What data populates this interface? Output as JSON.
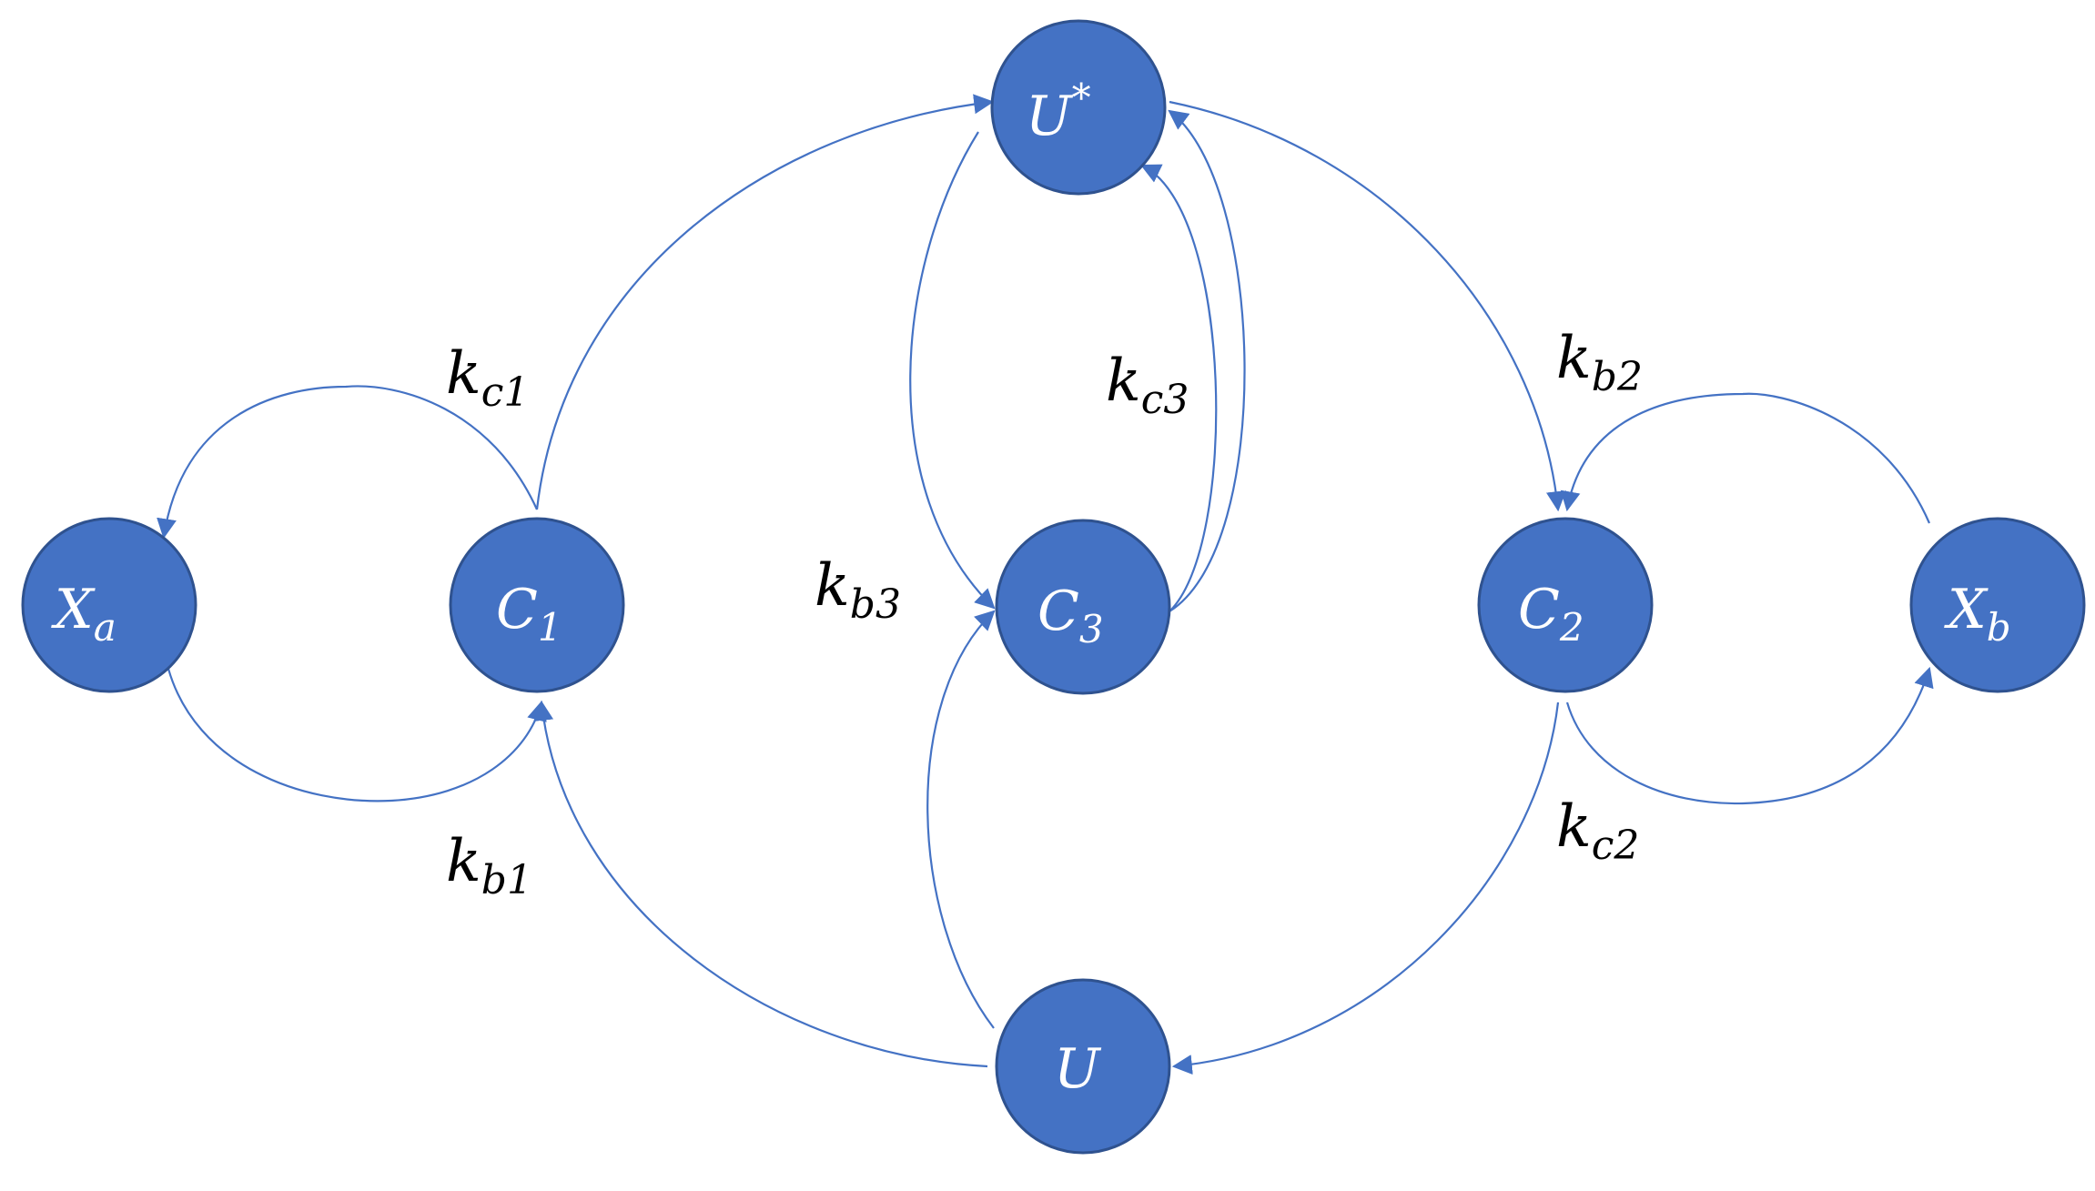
{
  "nodes": {
    "Xa": {
      "main": "X",
      "sub": "a",
      "sup": ""
    },
    "C1": {
      "main": "C",
      "sub": "1",
      "sup": ""
    },
    "U_star": {
      "main": "U",
      "sub": "",
      "sup": "*"
    },
    "C3": {
      "main": "C",
      "sub": "3",
      "sup": ""
    },
    "U": {
      "main": "U",
      "sub": "",
      "sup": ""
    },
    "C2": {
      "main": "C",
      "sub": "2",
      "sup": ""
    },
    "Xb": {
      "main": "X",
      "sub": "b",
      "sup": ""
    }
  },
  "rates": {
    "kc1": {
      "main": "k",
      "sub": "c1"
    },
    "kb1": {
      "main": "k",
      "sub": "b1"
    },
    "kc3": {
      "main": "k",
      "sub": "c3"
    },
    "kb3": {
      "main": "k",
      "sub": "b3"
    },
    "kb2": {
      "main": "k",
      "sub": "b2"
    },
    "kc2": {
      "main": "k",
      "sub": "c2"
    }
  },
  "colors": {
    "node_fill": "#4472C4",
    "node_stroke": "#2F528F",
    "edge": "#4472C4",
    "node_text": "#ffffff",
    "label_text": "#000000"
  }
}
